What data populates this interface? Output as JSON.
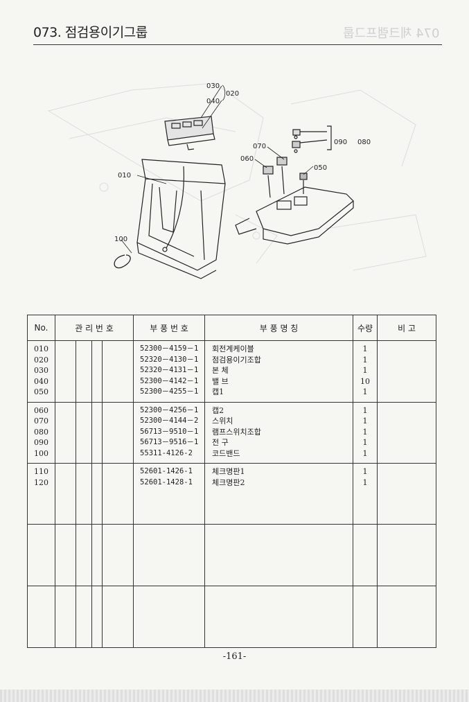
{
  "header": {
    "title": "073. 점검용이기그룹",
    "ghost_title": "074 체크램프그룹"
  },
  "diagram": {
    "callouts": [
      "030",
      "020",
      "040",
      "080",
      "090",
      "070",
      "060",
      "050",
      "010",
      "100"
    ]
  },
  "table": {
    "headers": [
      "No.",
      "관 리 번 호",
      "부 풍 번 호",
      "부 풍 명 칭",
      "수량",
      "비 고"
    ],
    "groups": [
      {
        "nos": [
          "010",
          "020",
          "030",
          "040",
          "050"
        ],
        "parts": [
          "52300－4159－1",
          "52320－4130－1",
          "52320－4131－1",
          "52300－4142－1",
          "52300－4255－1"
        ],
        "names": [
          "회전계케이블",
          "점검용이기조합",
          "본 체",
          "밸 브",
          "캡1"
        ],
        "qtys": [
          "1",
          "1",
          "1",
          "10",
          "1"
        ]
      },
      {
        "nos": [
          "060",
          "070",
          "080",
          "090",
          "100"
        ],
        "parts": [
          "52300－4256－1",
          "52300－4144－2",
          "56713－9510－1",
          "56713－9516－1",
          "55311-4126-2"
        ],
        "names": [
          "캡2",
          "스위치",
          "램프스위치조합",
          "전 구",
          "코드밴드"
        ],
        "qtys": [
          "1",
          "1",
          "1",
          "1",
          "1"
        ]
      },
      {
        "nos": [
          "110",
          "120"
        ],
        "parts": [
          "52601-1426-1",
          "52601-1428-1"
        ],
        "names": [
          "체크명판1",
          "체크명판2"
        ],
        "qtys": [
          "1",
          "1"
        ]
      }
    ]
  },
  "footer": {
    "page_number": "-161-"
  }
}
